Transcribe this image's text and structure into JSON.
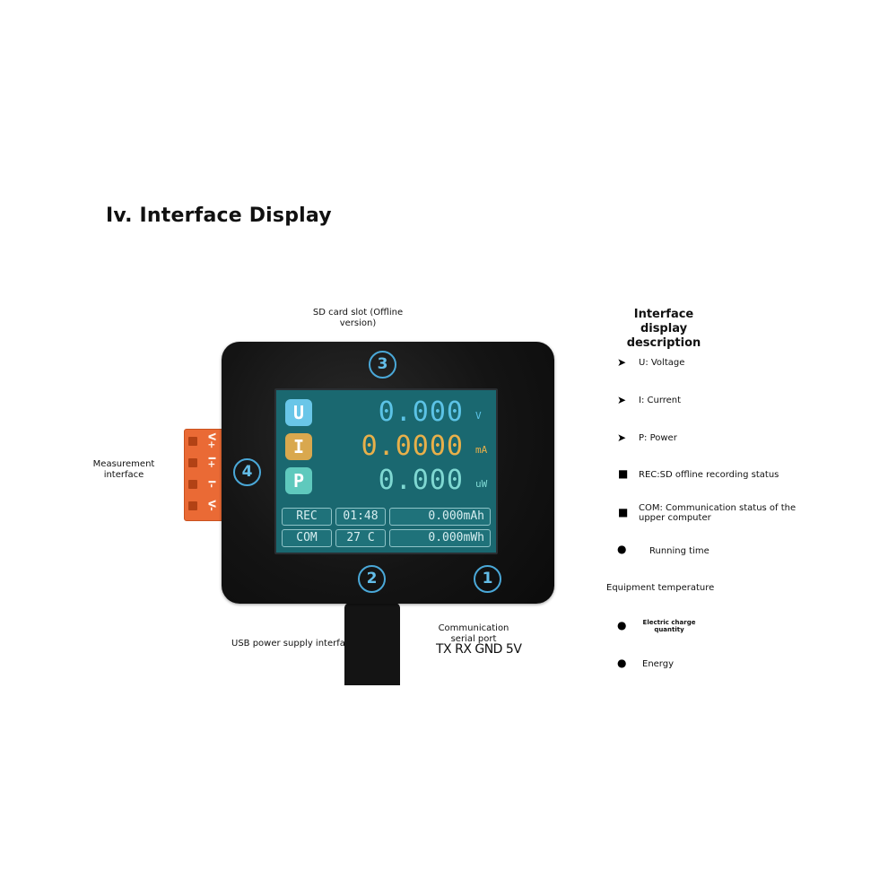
{
  "title": "Iv. Interface Display",
  "callouts": {
    "sd_card": "SD card slot (Offline version)",
    "measurement": "Measurement interface",
    "usb": "USB power supply interface",
    "comm_label": "Communication serial port",
    "comm_pins": "TX RX GND 5V"
  },
  "badges": [
    "1",
    "2",
    "3",
    "4"
  ],
  "connector_pins": [
    "V+",
    "I+",
    "I-",
    "V-"
  ],
  "screen": {
    "rows": [
      {
        "letter": "U",
        "value": "0.000",
        "unit": "V",
        "color": "#5cc3e6",
        "letter_bg": "#69c6e8"
      },
      {
        "letter": "I",
        "value": "0.0000",
        "unit": "mA",
        "color": "#e8b04a",
        "letter_bg": "#d9a84e"
      },
      {
        "letter": "P",
        "value": "0.000",
        "unit": "uW",
        "color": "#7fd8d2",
        "letter_bg": "#5fc9bd"
      }
    ],
    "status": {
      "rec": "REC",
      "time": "01:48",
      "charge": "0.000mAh",
      "com": "COM",
      "temp": "27 C",
      "energy": "0.000mWh"
    }
  },
  "legend": {
    "title": "Interface display description",
    "items": [
      {
        "icon": "arrow-bullet-icon",
        "label": "U: Voltage"
      },
      {
        "icon": "arrow-bullet-icon",
        "label": "I: Current"
      },
      {
        "icon": "arrow-bullet-icon",
        "label": "P: Power"
      },
      {
        "icon": "square-bullet-icon",
        "label": "REC:SD offline recording status"
      },
      {
        "icon": "square-bullet-icon",
        "label": "COM: Communication status of the upper computer"
      },
      {
        "icon": "circle-bullet-icon",
        "label": "Running time"
      },
      {
        "icon": "none",
        "label": "Equipment temperature"
      },
      {
        "icon": "circle-bullet-icon",
        "label": "Electric charge quantity"
      },
      {
        "icon": "circle-bullet-icon",
        "label": "Energy"
      }
    ]
  }
}
